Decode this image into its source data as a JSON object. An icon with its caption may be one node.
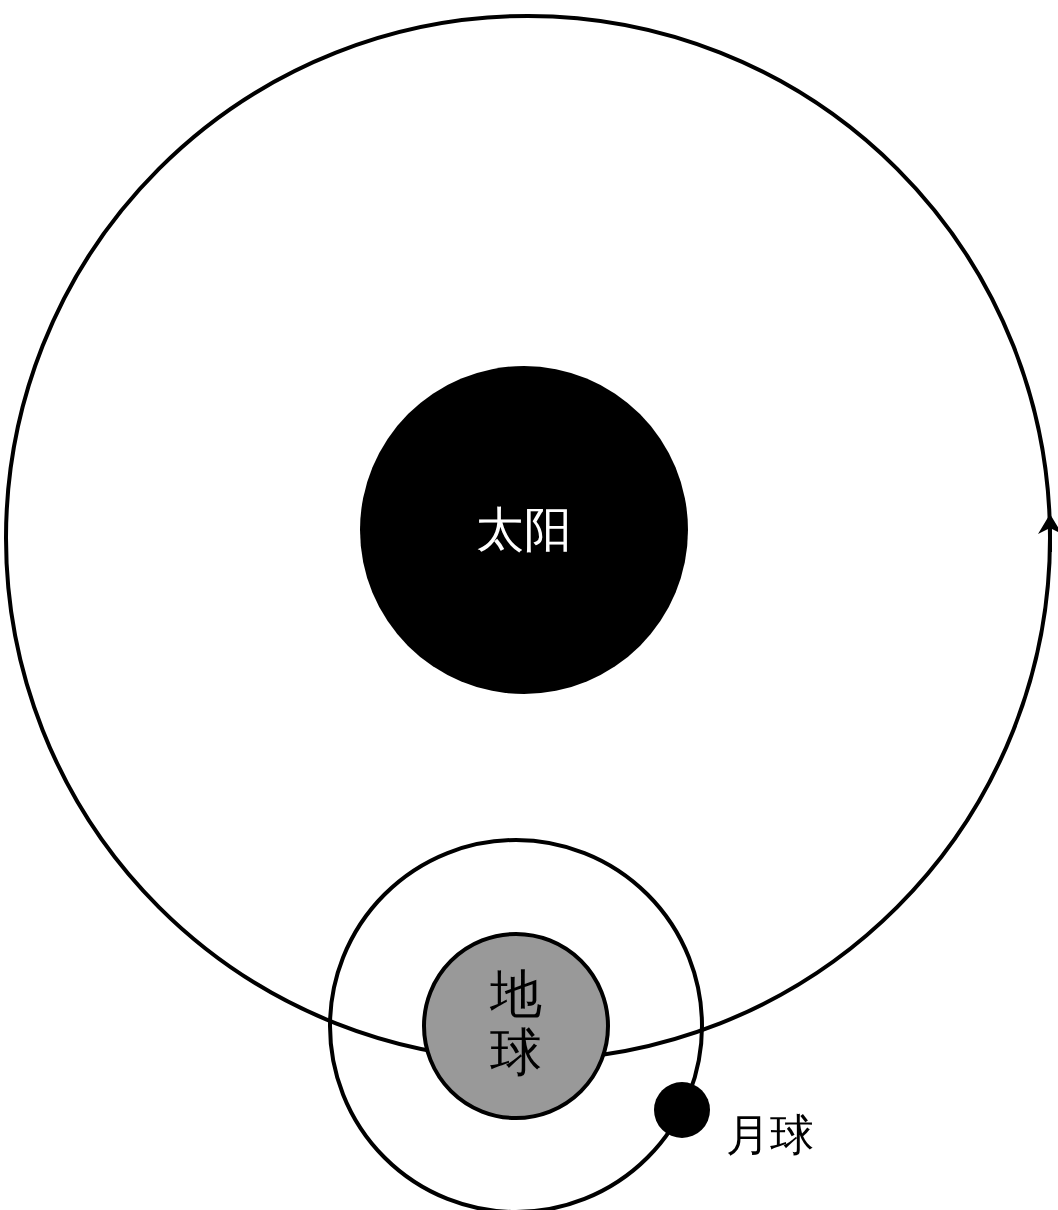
{
  "diagram": {
    "nodes": [
      {
        "text": [
          "太阳"
        ]
      },
      {
        "text": [
          "地球"
        ]
      },
      {
        "text": [],
        "shape": "circle",
        "beside": [
          "月球"
        ]
      }
    ]
  }
}
